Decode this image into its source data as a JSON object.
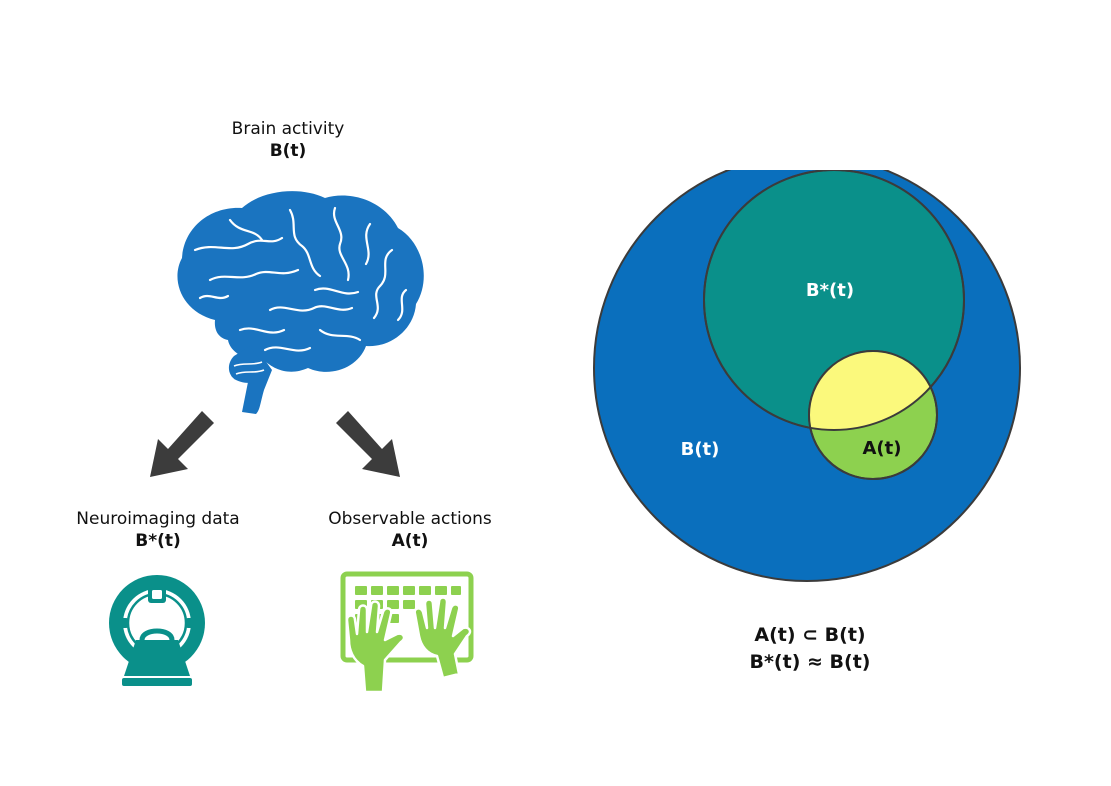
{
  "brain": {
    "title": "Brain activity",
    "math": "B(t)"
  },
  "neuroimaging": {
    "title": "Neuroimaging data",
    "math": "B*(t)"
  },
  "actions": {
    "title": "Observable actions",
    "math": "A(t)"
  },
  "venn": {
    "outer_label": "B(t)",
    "middle_label": "B*(t)",
    "inner_label": "A(t)",
    "colors": {
      "outer": "#0a6fbd",
      "middle": "#0a908a",
      "inner": "#8dd14f",
      "overlap": "#fbf97c",
      "stroke": "#3b3b3b"
    }
  },
  "formula": {
    "line1": "A(t) ⊂ B(t)",
    "line2": "B*(t) ≈ B(t)"
  },
  "icons": {
    "brain": "brain-icon",
    "arrows": "arrow-icon",
    "scanner": "mri-scanner-icon",
    "keyboard": "keyboard-hands-icon"
  },
  "colors": {
    "brain": "#1a74c0",
    "arrow": "#3c3c3c",
    "scanner": "#0a908a",
    "keyboard": "#8dd14f"
  }
}
